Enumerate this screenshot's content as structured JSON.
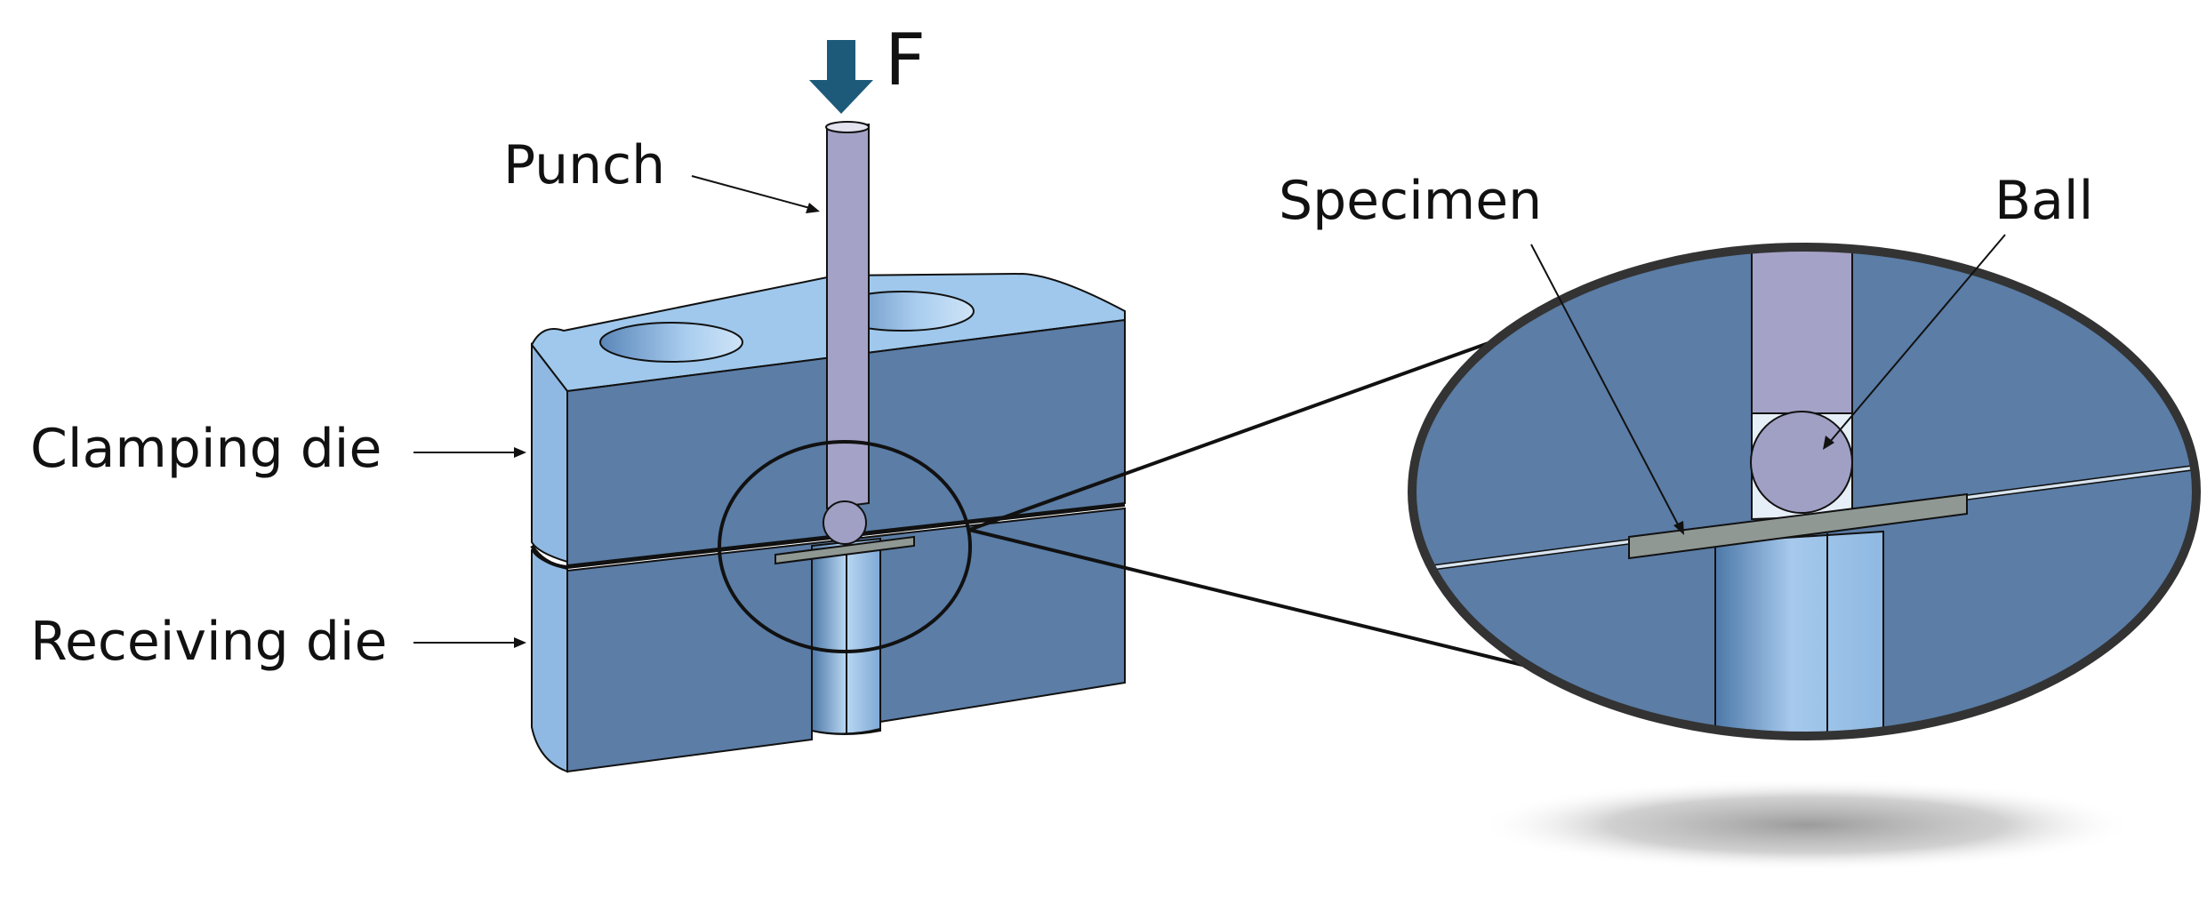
{
  "labels": {
    "force": "F",
    "punch": "Punch",
    "clamping_die": "Clamping die",
    "receiving_die": "Receiving die",
    "specimen": "Specimen",
    "ball": "Ball"
  },
  "colors": {
    "die_front": "#5b7da6",
    "die_light": "#9fc8ec",
    "die_side": "#8fb9e2",
    "punch": "#a4a2c6",
    "ball": "#a09fc4",
    "specimen": "#8f9893",
    "arrow": "#1d5a7a",
    "outline": "#111111",
    "shadow": "#9a9a9a"
  }
}
